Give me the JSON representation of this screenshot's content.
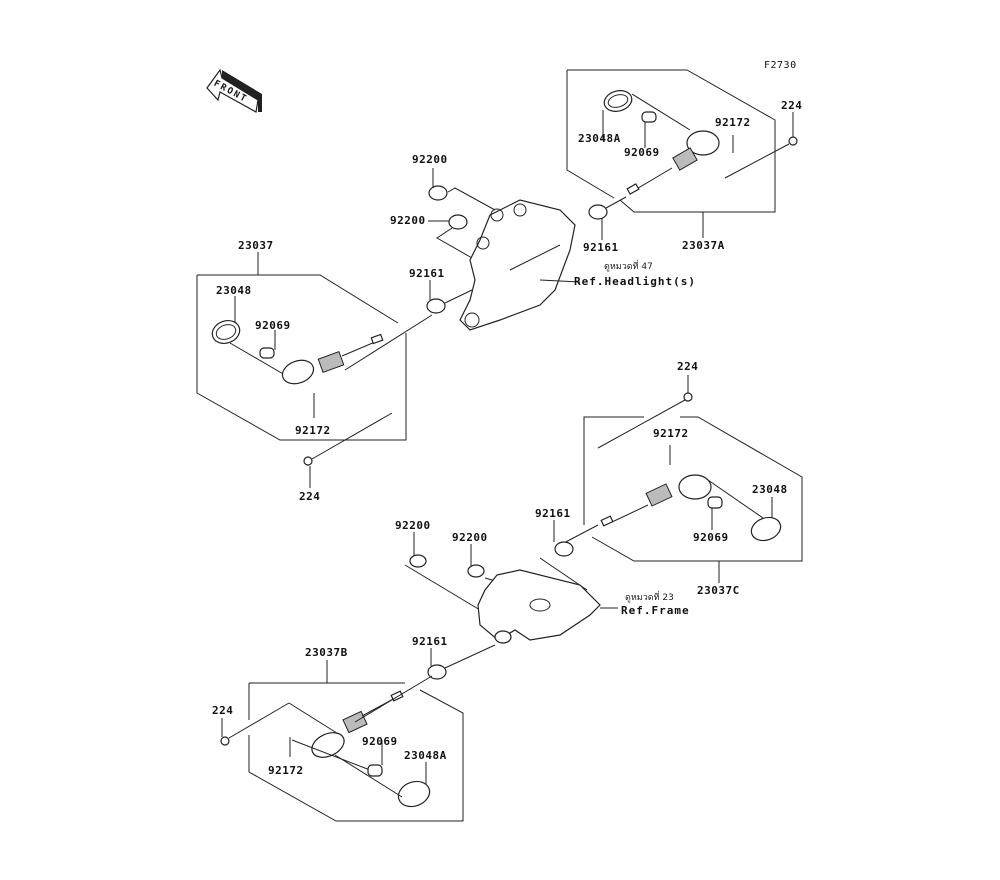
{
  "figure_code": "F2730",
  "front_indicator": "FRONT",
  "references": {
    "headlight": {
      "thai": "ดูหมวดที่ 47",
      "label": "Ref.Headlight(s)"
    },
    "frame": {
      "thai": "ดูหมวดที่ 23",
      "label": "Ref.Frame"
    }
  },
  "assemblies": {
    "front_right": {
      "assembly": "23037A",
      "lens": "23048A",
      "bulb": "92069",
      "screw": "92172",
      "bolt": "224",
      "grommet": "92161"
    },
    "front_left": {
      "assembly": "23037",
      "lens": "23048",
      "bulb": "92069",
      "screw": "92172",
      "bolt": "224",
      "grommet": "92161"
    },
    "rear_right": {
      "assembly": "23037C",
      "lens": "23048",
      "bulb": "92069",
      "screw": "92172",
      "bolt": "224",
      "grommet": "92161"
    },
    "rear_left": {
      "assembly": "23037B",
      "lens": "23048A",
      "bulb": "92069",
      "screw": "92172",
      "bolt": "224",
      "grommet": "92161"
    }
  },
  "brackets": {
    "front": {
      "grommet_upper": "92200",
      "grommet_lower": "92200"
    },
    "rear": {
      "grommet_left": "92200",
      "grommet_right": "92200"
    }
  }
}
